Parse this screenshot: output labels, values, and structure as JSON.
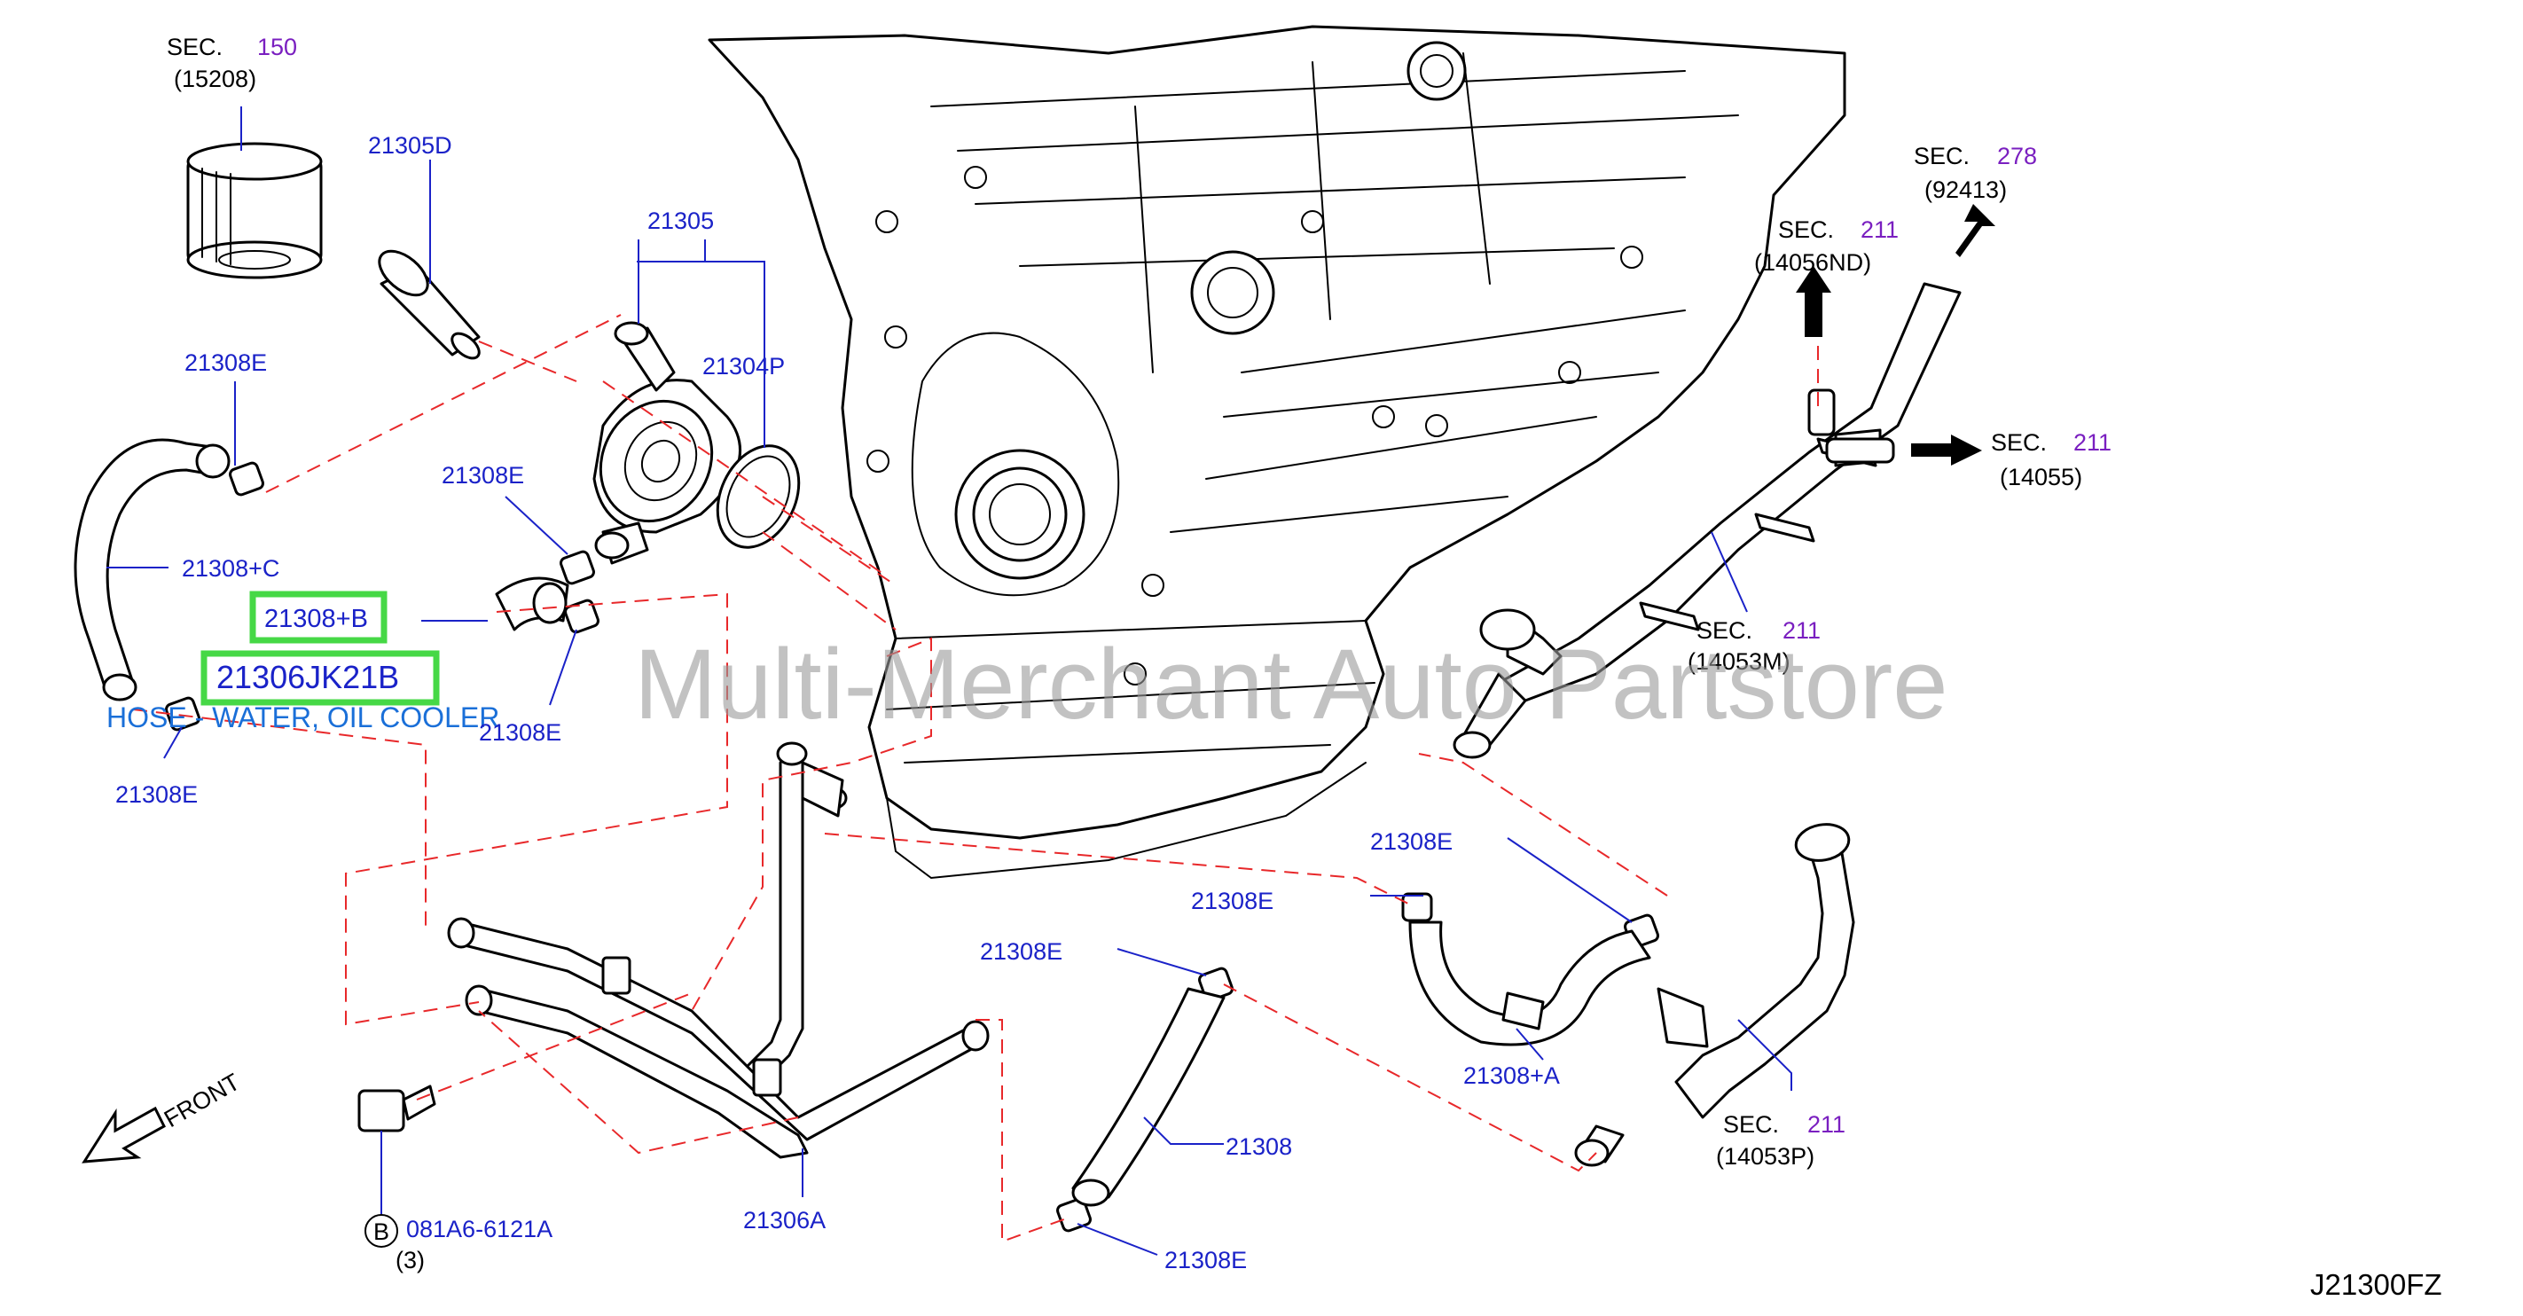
{
  "labels": {
    "p_21305D": "21305D",
    "p_21305": "21305",
    "p_21304P": "21304P",
    "p_21308E_1": "21308E",
    "p_21308E_2": "21308E",
    "p_21308E_3": "21308E",
    "p_21308E_4": "21308E",
    "p_21308E_5": "21308E",
    "p_21308E_6": "21308E",
    "p_21308E_7": "21308E",
    "p_21308E_8": "21308E",
    "p_21308C": "21308+C",
    "p_21308B": "21308+B",
    "p_21306JK21B": "21306JK21B",
    "p_21306A": "21306A",
    "p_21308": "21308",
    "p_21308A": "21308+A",
    "bolt_code": "081A6-6121A",
    "bolt_marker": "B",
    "bolt_qty": "(3)",
    "front": "FRONT"
  },
  "sections": [
    {
      "sec": "SEC.",
      "num": "150",
      "code": "(15208)"
    },
    {
      "sec": "SEC.",
      "num": "278",
      "code": "(92413)"
    },
    {
      "sec": "SEC.",
      "num": "211",
      "code": "(14056ND)"
    },
    {
      "sec": "SEC.",
      "num": "211",
      "code": "(14055)"
    },
    {
      "sec": "SEC.",
      "num": "211",
      "code": "(14053M)"
    },
    {
      "sec": "SEC.",
      "num": "211",
      "code": "(14053P)"
    }
  ],
  "highlight_description": "HOSE - WATER, OIL COOLER",
  "watermark": "Multi-Merchant Auto Partstore",
  "diagram_code": "J21300FZ",
  "colors": {
    "label_blue": "#1a22c8",
    "section_purple": "#7a1fc0",
    "leader_red": "#e8282a",
    "highlight_green": "#46d846",
    "desc_blue": "#1a6fd8"
  }
}
